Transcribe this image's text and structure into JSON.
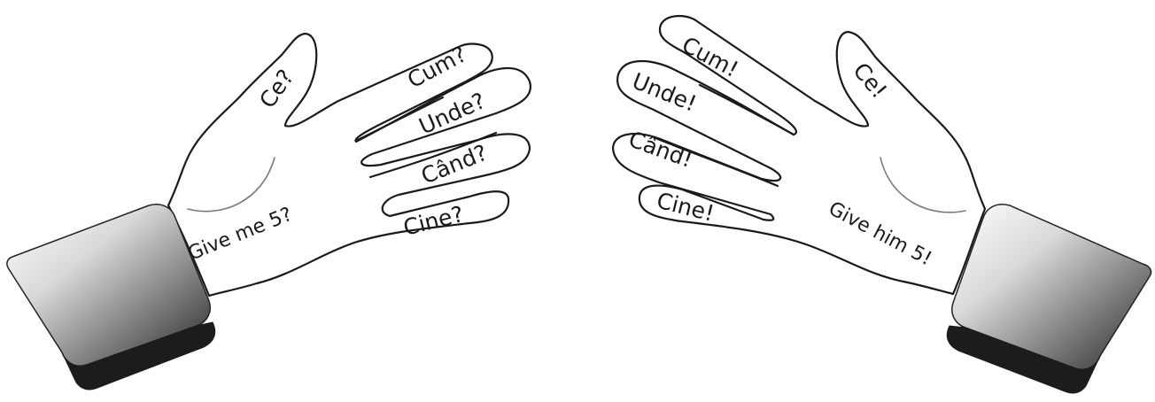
{
  "left_hand": {
    "fingers": [
      "Ce?",
      "Cum?",
      "Unde?",
      "Când?",
      "Cine?"
    ],
    "palm": "Give me 5?"
  },
  "right_hand": {
    "fingers": [
      "Ce!",
      "Cum!",
      "Unde!",
      "Când!",
      "Cine!"
    ],
    "palm": "Give him 5!"
  },
  "colors": {
    "outline": "#1a1a1a",
    "cuff_light": "#ffffff",
    "cuff_dark": "#2b2b2b"
  }
}
